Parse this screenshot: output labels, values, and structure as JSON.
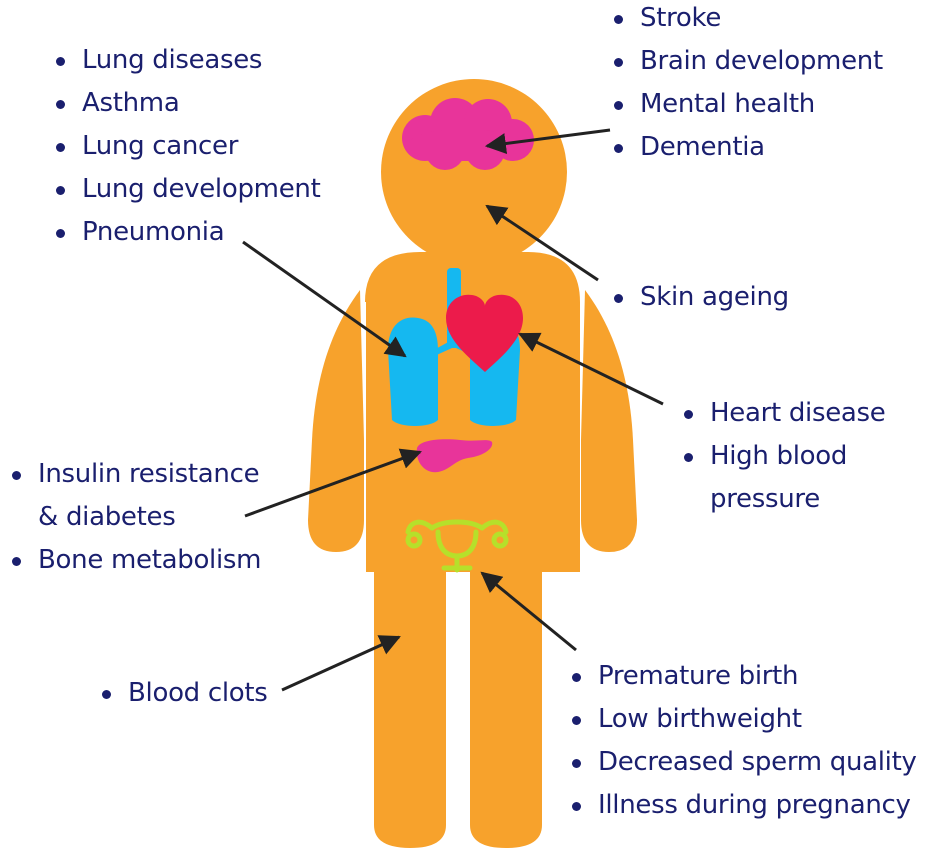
{
  "groups": {
    "lungs": [
      "Lung diseases",
      "Asthma",
      "Lung cancer",
      "Lung development",
      "Pneumonia"
    ],
    "brain": [
      "Stroke",
      "Brain development",
      "Mental health",
      "Dementia"
    ],
    "skin": [
      "Skin ageing"
    ],
    "heart": [
      "Heart disease",
      "High blood",
      "pressure"
    ],
    "pancreas": [
      "Insulin resistance",
      "& diabetes",
      "Bone metabolism"
    ],
    "leg": [
      "Blood clots"
    ],
    "reproductive": [
      "Premature birth",
      "Low birthweight",
      "Decreased sperm quality",
      "Illness during pregnancy"
    ]
  },
  "colors": {
    "body": "#f7a22c",
    "brain": "#e8349a",
    "lungs": "#15b8f0",
    "heart": "#ec1b4b",
    "pancreas": "#e8349a",
    "uterus": "#b6e02a",
    "text": "#1a1f6e",
    "arrow": "#222222"
  }
}
